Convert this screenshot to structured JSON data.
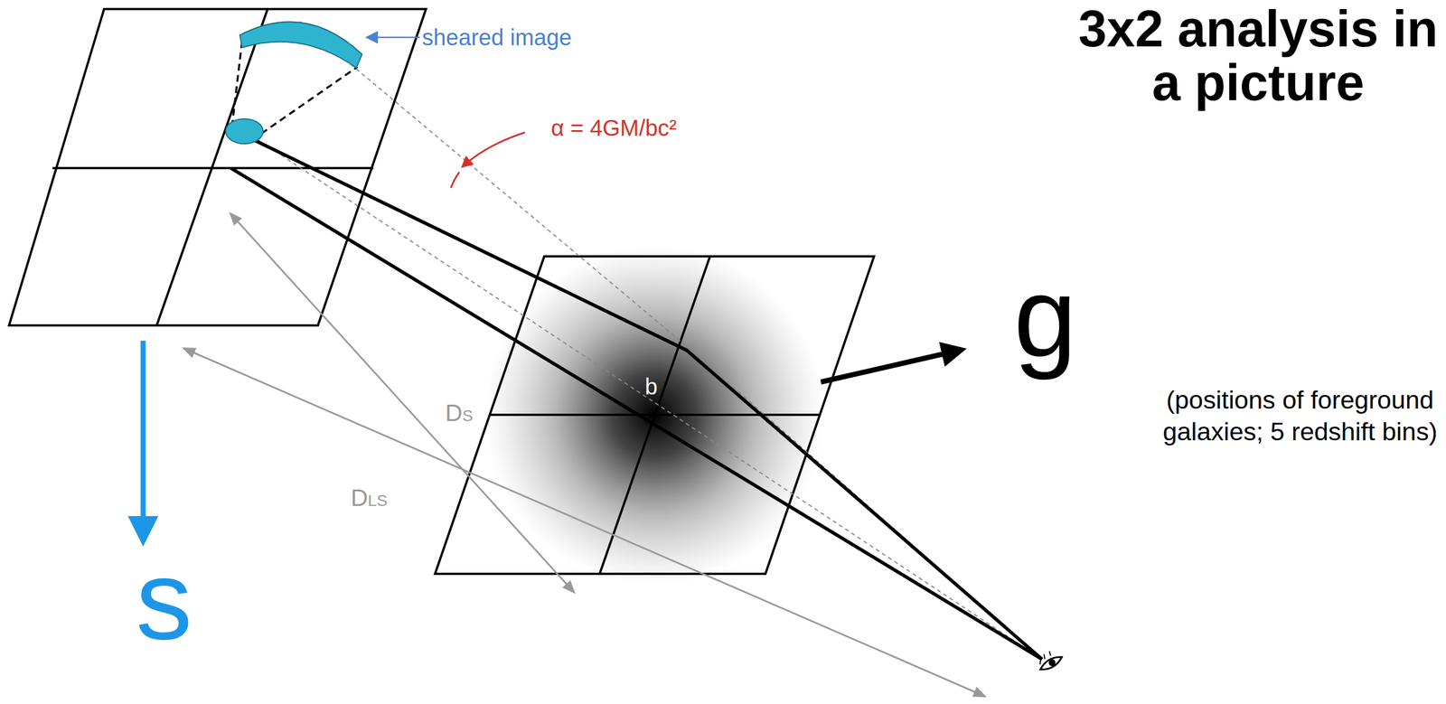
{
  "diagram": {
    "title": "3x2 analysis in a picture",
    "labels": [
      "sheared image",
      "α = 4GM/bc²",
      "b",
      "DS",
      "DLS",
      "g",
      "(positions of foreground galaxies; 5 redshift bins)",
      "s"
    ]
  }
}
